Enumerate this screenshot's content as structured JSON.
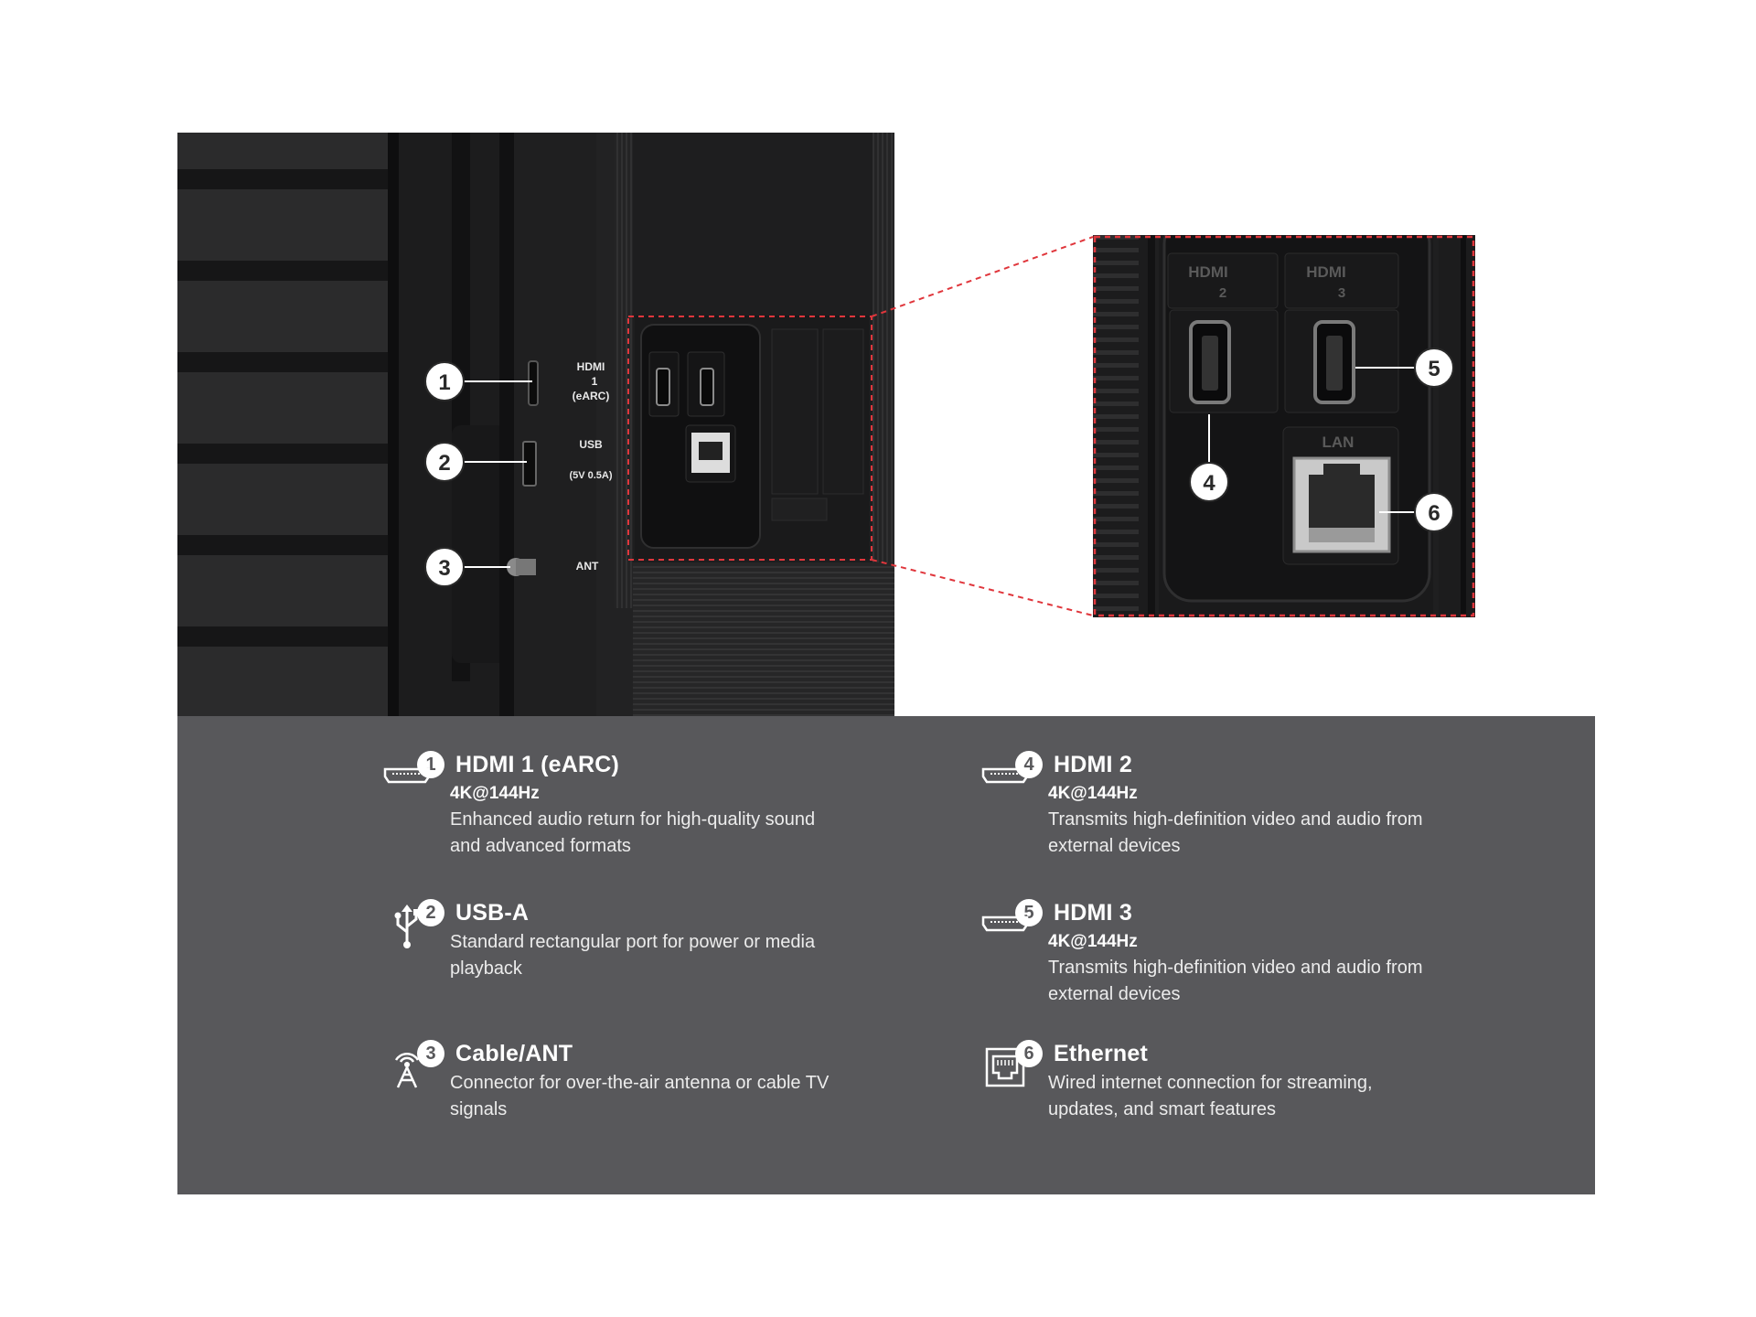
{
  "photo": {
    "port_labels": {
      "hdmi1": "HDMI",
      "hdmi1_line2": "1",
      "hdmi1_line3": "(eARC)",
      "usb": "USB",
      "usb_line2": "(5V 0.5A)",
      "ant": "ANT"
    },
    "callouts": [
      "1",
      "2",
      "3"
    ]
  },
  "zoom": {
    "labels": {
      "hdmi2": "HDMI",
      "hdmi2_num": "2",
      "hdmi3": "HDMI",
      "hdmi3_num": "3",
      "lan": "LAN"
    },
    "callouts": [
      "4",
      "5",
      "6"
    ]
  },
  "accent": {
    "dashed": "#e0363c",
    "panel": "#58585b"
  },
  "items": [
    {
      "num": "1",
      "icon": "hdmi-icon",
      "title": "HDMI 1 (eARC)",
      "spec": "4K@144Hz",
      "desc": "Enhanced audio return for high-quality sound and advanced formats"
    },
    {
      "num": "2",
      "icon": "usb-icon",
      "title": "USB-A",
      "spec": "",
      "desc": "Standard rectangular port for power or media playback"
    },
    {
      "num": "3",
      "icon": "antenna-icon",
      "title": "Cable/ANT",
      "spec": "",
      "desc": "Connector for over-the-air antenna or cable TV signals"
    },
    {
      "num": "4",
      "icon": "hdmi-icon",
      "title": "HDMI 2",
      "spec": "4K@144Hz",
      "desc": "Transmits high-definition video and audio from external devices"
    },
    {
      "num": "5",
      "icon": "hdmi-icon",
      "title": "HDMI 3",
      "spec": "4K@144Hz",
      "desc": "Transmits high-definition video and audio from external devices"
    },
    {
      "num": "6",
      "icon": "ethernet-icon",
      "title": "Ethernet",
      "spec": "",
      "desc": "Wired internet connection for streaming, updates, and smart features"
    }
  ]
}
